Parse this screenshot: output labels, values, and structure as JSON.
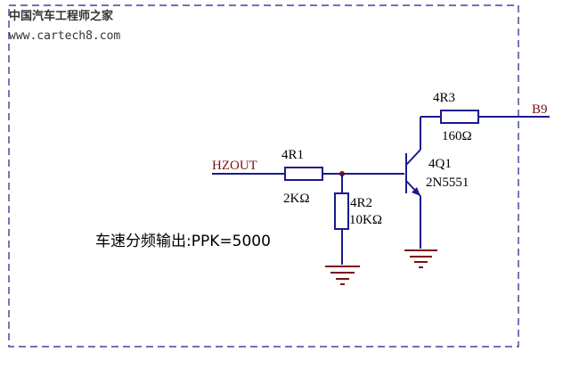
{
  "watermark": {
    "title": "中国汽车工程师之家",
    "url": "www.cartech8.com"
  },
  "nets": {
    "input": "HZOUT",
    "output": "B9"
  },
  "components": {
    "r1": {
      "ref": "4R1",
      "value": "2KΩ"
    },
    "r2": {
      "ref": "4R2",
      "value": "10KΩ"
    },
    "r3": {
      "ref": "4R3",
      "value": "160Ω"
    },
    "q1": {
      "ref": "4Q1",
      "value": "2N5551"
    }
  },
  "note": "车速分频输出:PPK=5000",
  "colors": {
    "wire": "#1a1a8c",
    "net_label": "#7a1010",
    "ground": "#7a1010"
  }
}
